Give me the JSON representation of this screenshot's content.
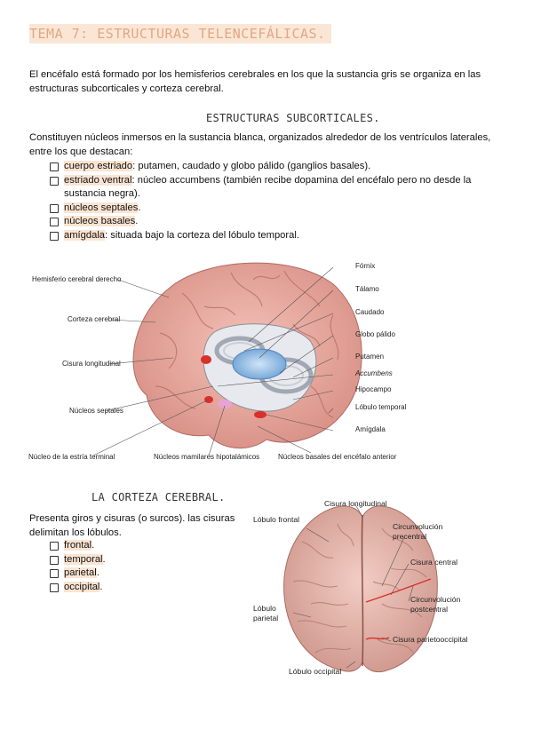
{
  "title": "Tema 7: estructuras telencefálicas.",
  "intro": "El encéfalo está formado por los hemisferios cerebrales en los que la sustancia gris se organiza en las estructuras subcorticales y corteza cerebral.",
  "subcortical": {
    "heading": "Estructuras subcorticales.",
    "text": "Constituyen núcleos inmersos en la sustancia blanca, organizados alrededor de los ventrículos laterales, entre los que destacan:",
    "items": [
      {
        "term": "cuerpo estriado",
        "rest": ": putamen, caudado y globo pálido (ganglios basales)."
      },
      {
        "term": "estriado ventral",
        "rest": ": núcleo accumbens (también recibe dopamina del encéfalo pero no desde la sustancia negra)."
      },
      {
        "term": "núcleos septales",
        "rest": "."
      },
      {
        "term": "núcleos basales",
        "rest": "."
      },
      {
        "term": "amígdala",
        "rest": ": situada bajo la corteza del lóbulo temporal."
      }
    ]
  },
  "figure1": {
    "labels_left": {
      "hemisferio": "Hemisferio cerebral derecho",
      "corteza": "Corteza cerebral",
      "cisura": "Cisura longitudinal",
      "septales": "Núcleos septales"
    },
    "labels_right": {
      "fornix": "Fórnix",
      "talamo": "Tálamo",
      "caudado": "Caudado",
      "globo": "Globo pálido",
      "putamen": "Putamen",
      "accumbens": "Accumbens",
      "hipocampo": "Hipocampo",
      "lobulo_temporal": "Lóbulo temporal",
      "amigdala": "Amígdala"
    },
    "labels_bottom": {
      "estria": "Núcleo de la estría terminal",
      "mamilares": "Núcleos mamilares hipotalámicos",
      "basales": "Núcleos basales del encéfalo anterior"
    }
  },
  "cortex": {
    "heading": "La corteza cerebral.",
    "text": "Presenta giros y cisuras (o surcos). las cisuras delimitan los lóbulos.",
    "items": [
      {
        "term": "frontal",
        "rest": "."
      },
      {
        "term": "temporal",
        "rest": "."
      },
      {
        "term": "parietal",
        "rest": "."
      },
      {
        "term": "occipital",
        "rest": "."
      }
    ]
  },
  "figure2": {
    "cisura_longitudinal": "Cisura longitudinal",
    "lobulo_frontal": "Lóbulo frontal",
    "circ_precentral": "Circunvolución precentral",
    "cisura_central": "Cisura central",
    "circ_postcentral": "Circunvolución postcentral",
    "lobulo_parietal": "Lóbulo parietal",
    "cisura_parietooccipital": "Cisura parietooccipital",
    "lobulo_occipital": "Lóbulo occipital"
  }
}
